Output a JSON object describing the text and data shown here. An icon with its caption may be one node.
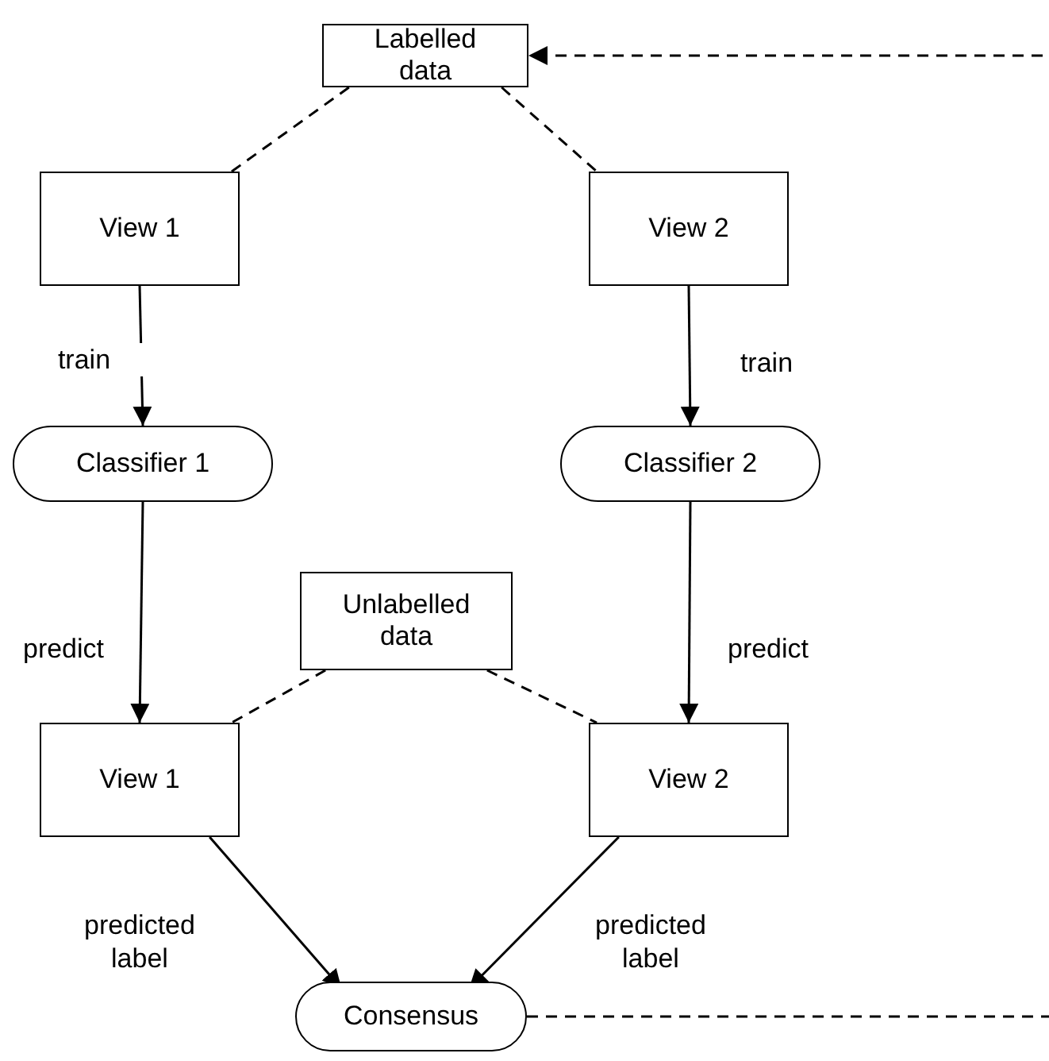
{
  "diagram": {
    "nodes": [
      {
        "text": [
          "Labelled data"
        ]
      },
      {
        "text": [
          "View 1"
        ]
      },
      {
        "text": [
          "View 2"
        ]
      },
      {
        "text": [
          "Classifier 1"
        ]
      },
      {
        "text": [
          "Classifier 2"
        ]
      },
      {
        "text": [
          "Unlabelled data"
        ]
      },
      {
        "text": [
          "View 1"
        ]
      },
      {
        "text": [
          "View 2"
        ]
      },
      {
        "text": [
          "Consensus"
        ]
      }
    ],
    "edges": [
      {
        "from": 0,
        "to": 1,
        "arrow": "none",
        "style": "dashed"
      },
      {
        "from": 0,
        "to": 2,
        "arrow": "none",
        "style": "dashed"
      },
      {
        "from": 1,
        "to": 3,
        "arrow": "to",
        "label": "train"
      },
      {
        "from": 2,
        "to": 4,
        "arrow": "to",
        "label": "train"
      },
      {
        "from": 3,
        "to": 6,
        "arrow": "to",
        "label": "predict"
      },
      {
        "from": 4,
        "to": 7,
        "arrow": "to",
        "label": "predict"
      },
      {
        "from": 5,
        "to": 6,
        "arrow": "none",
        "style": "dashed"
      },
      {
        "from": 5,
        "to": 7,
        "arrow": "none",
        "style": "dashed"
      },
      {
        "from": 6,
        "to": 8,
        "arrow": "to",
        "label": "predicted label"
      },
      {
        "from": 7,
        "to": 8,
        "arrow": "to",
        "label": "predicted label"
      },
      {
        "from": 8,
        "to": 0,
        "arrow": "to",
        "style": "dashed"
      }
    ]
  }
}
